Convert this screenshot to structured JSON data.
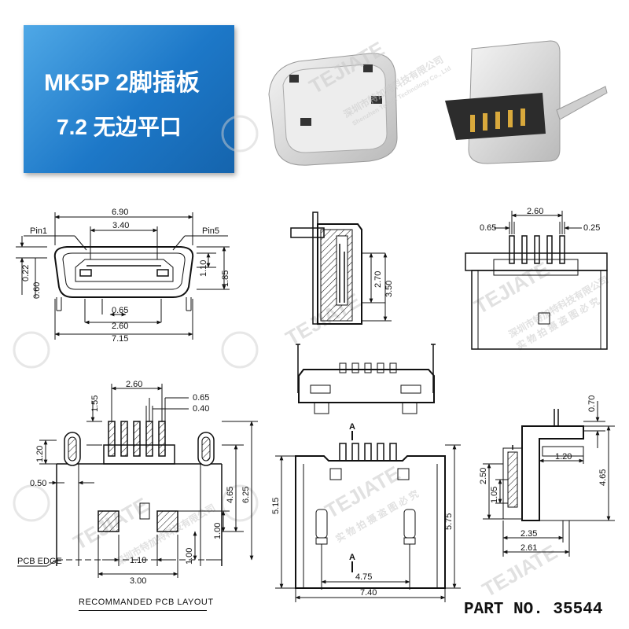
{
  "banner": {
    "line1": "MK5P 2脚插板",
    "line2": "7.2 无边平口",
    "bg_color": "#1d78c8"
  },
  "watermark": {
    "brand": "TEJIATE",
    "company_cn": "深圳市特加特科技有限公司",
    "company_en": "Shenzhen Tejiate Technology Co., Ltd",
    "slogan_cn": "实 物 拍 摄   盗 图 必 究"
  },
  "front_view": {
    "pin1_label": "Pin1",
    "pin5_label": "Pin5",
    "dims": [
      "6.90",
      "3.40",
      "0.22",
      "0.60",
      "1.10",
      "1.85",
      "0.65",
      "2.60",
      "7.15"
    ]
  },
  "side_view": {
    "dims": [
      "2.70",
      "3.50"
    ]
  },
  "rear_view": {
    "dims": [
      "2.60",
      "0.65",
      "0.25"
    ]
  },
  "pcb_layout": {
    "dims": [
      "1.55",
      "2.60",
      "0.65",
      "0.40",
      "1.20",
      "0.50",
      "4.65",
      "6.25",
      "1.00",
      "1.10",
      "3.00",
      "1.00"
    ],
    "pcb_edge_label": "PCB EDGE",
    "caption": "RECOMMANDED PCB LAYOUT"
  },
  "top_view": {
    "dims": [
      "5.15",
      "5.75",
      "4.75",
      "7.40"
    ],
    "section_marks": [
      "A",
      "A"
    ]
  },
  "right_side_view": {
    "dims": [
      "0.70",
      "1.20",
      "2.50",
      "1.05",
      "4.65",
      "2.35",
      "2.61"
    ]
  },
  "part_number": "PART NO. 35544"
}
